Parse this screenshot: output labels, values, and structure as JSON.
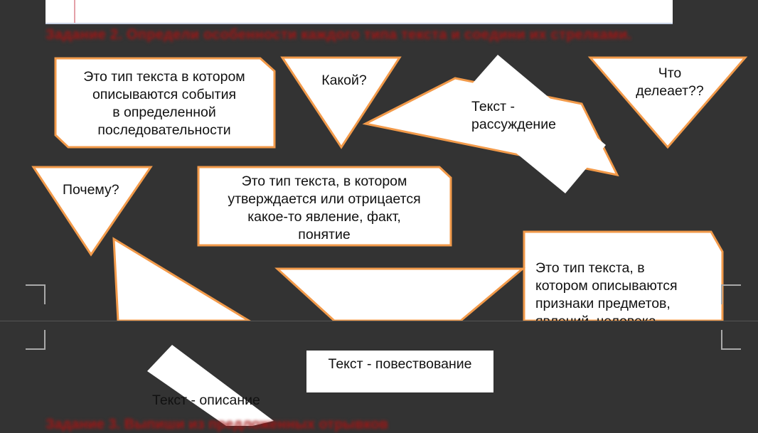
{
  "task": {
    "title": "Задание 2. Определи особенности каждого типа текста и соедини их стрелками.",
    "bottom_title": "Задание 3. Выпиши из предложенных отрывков"
  },
  "cards": {
    "narration_def": "Это тип текста в котором\nописываются события\nв определенной\nпоследовательности",
    "what_question": "Какой?",
    "reasoning_type": "Текст -\nрассуждение",
    "does_question": "Что\nделеает??",
    "why_question": "Почему?",
    "reasoning_def": "Это тип текста, в котором\nутверждается или отрицается\nкакое-то явление, факт,\nпонятие",
    "description_def": "Это тип текста, в\nкотором описываются\nпризнаки предметов,\nявлений, человека"
  },
  "bottom": {
    "narration_type": "Текст - повествование",
    "description_type": "Текст - описание"
  },
  "colors": {
    "background": "#333333",
    "shape_fill": "#ffffff",
    "shape_stroke": "#f29a4a",
    "task_title": "#a31515"
  }
}
